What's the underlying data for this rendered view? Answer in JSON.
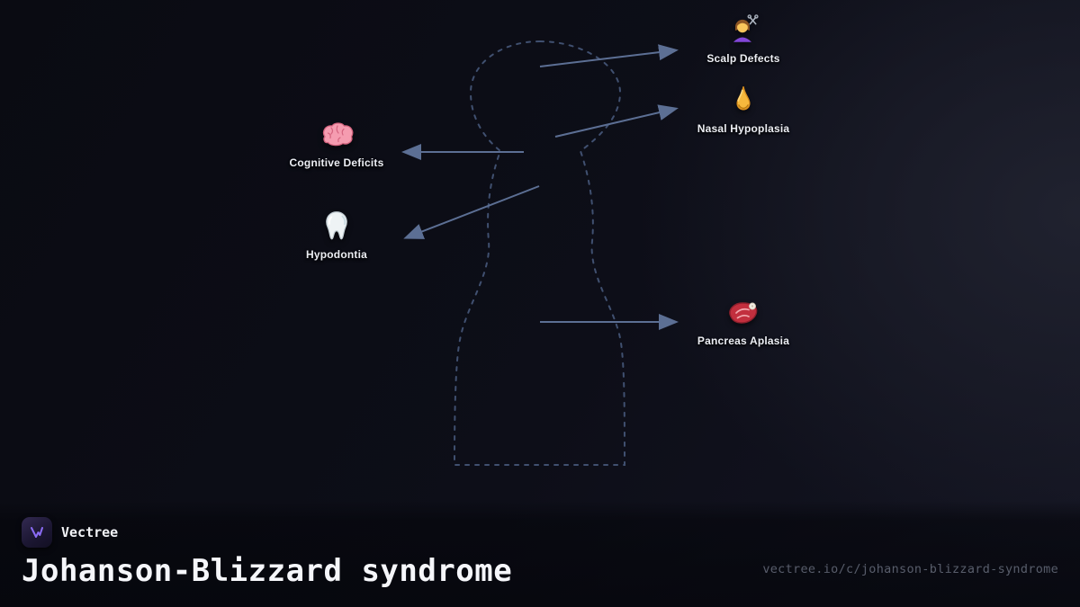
{
  "diagram": {
    "outline_color": "#46587a",
    "arrow_color": "#5c6f94",
    "nodes": [
      {
        "id": "scalp-defects",
        "label": "Scalp Defects",
        "icon": "haircut-icon"
      },
      {
        "id": "nasal-hypoplasia",
        "label": "Nasal Hypoplasia",
        "icon": "nose-icon"
      },
      {
        "id": "cognitive-deficits",
        "label": "Cognitive Deficits",
        "icon": "brain-icon"
      },
      {
        "id": "hypodontia",
        "label": "Hypodontia",
        "icon": "tooth-icon"
      },
      {
        "id": "pancreas-aplasia",
        "label": "Pancreas Aplasia",
        "icon": "steak-icon"
      }
    ],
    "edges": [
      {
        "from": "body-head",
        "to": "scalp-defects"
      },
      {
        "from": "body-face",
        "to": "nasal-hypoplasia"
      },
      {
        "from": "body-head",
        "to": "cognitive-deficits"
      },
      {
        "from": "body-face",
        "to": "hypodontia"
      },
      {
        "from": "body-abdomen",
        "to": "pancreas-aplasia"
      }
    ]
  },
  "footer": {
    "brand": "Vectree",
    "title": "Johanson-Blizzard syndrome",
    "url": "vectree.io/c/johanson-blizzard-syndrome"
  }
}
